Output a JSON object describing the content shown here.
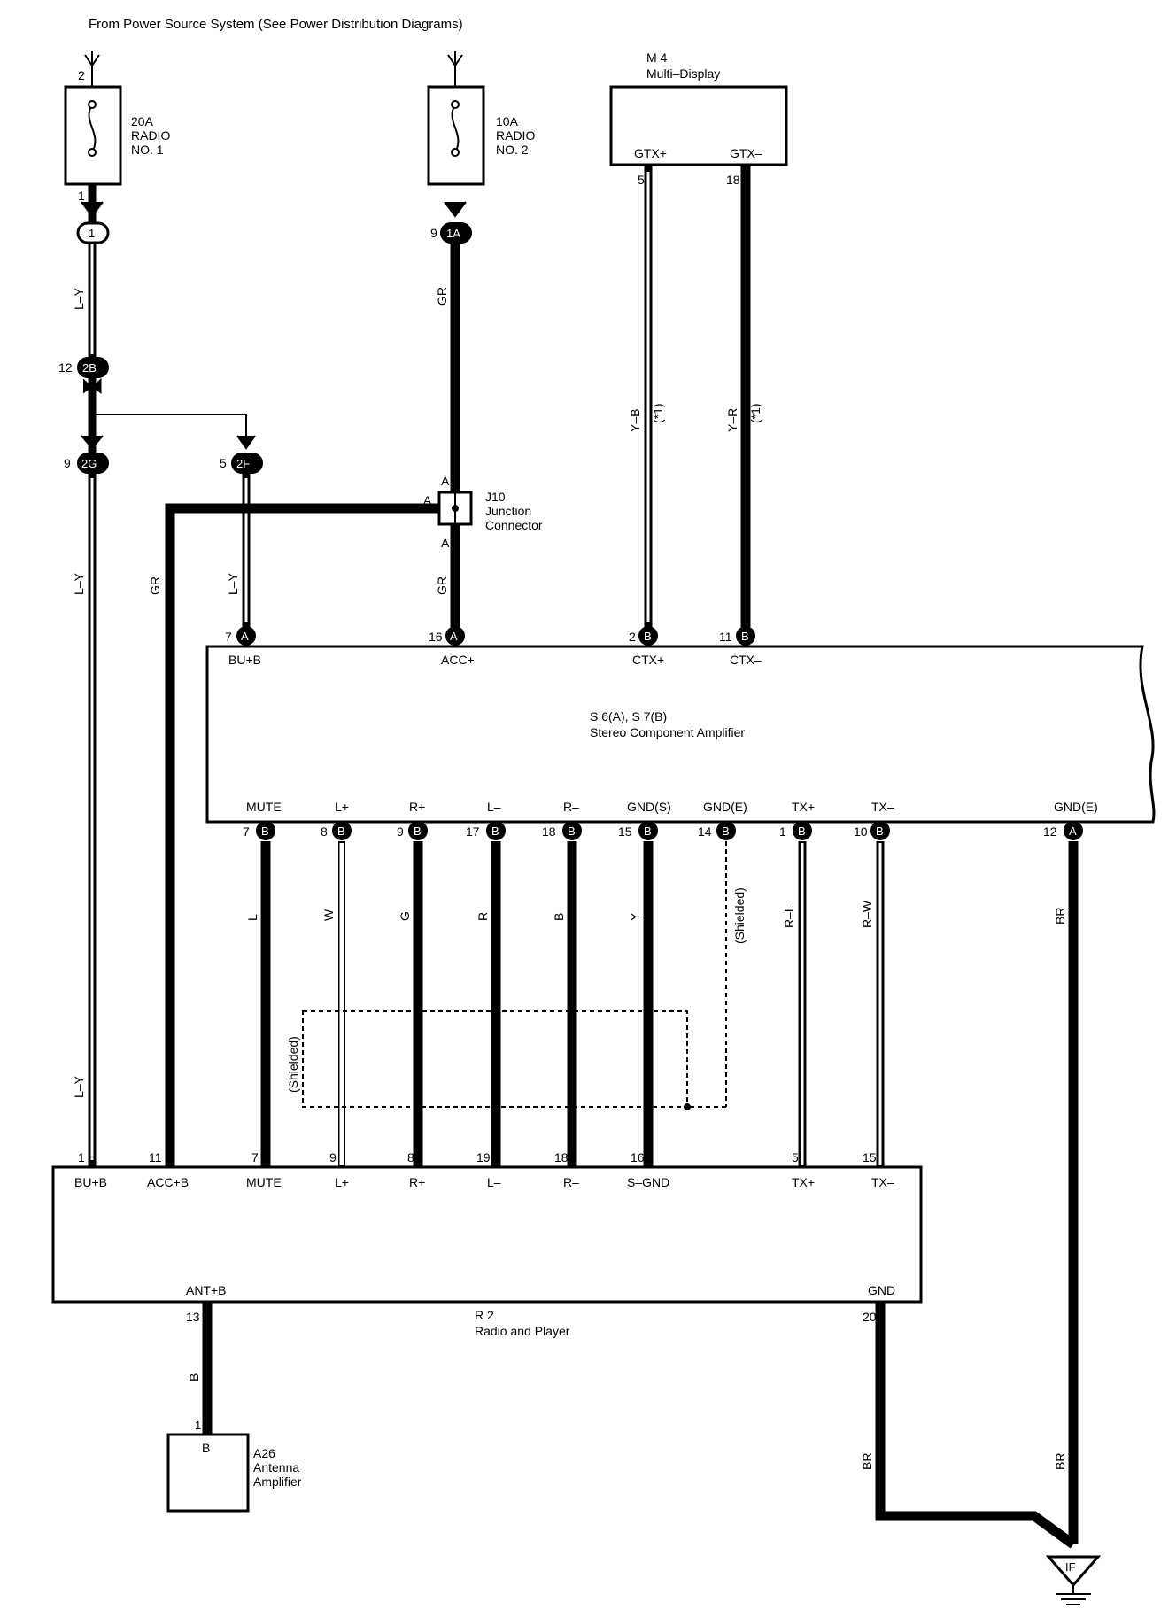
{
  "header": "From Power Source System  (See Power Distribution Diagrams)",
  "fuses": [
    {
      "label1": "20A",
      "label2": "RADIO",
      "label3": "NO. 1",
      "pin_top": "2",
      "pin_bottom": "1"
    },
    {
      "label1": "10A",
      "label2": "RADIO",
      "label3": "NO. 2"
    }
  ],
  "multi_display": {
    "id": "M 4",
    "name": "Multi–Display",
    "pin_a": "GTX+",
    "pin_b": "GTX–",
    "num_a": "5",
    "num_b": "18"
  },
  "connectors": {
    "c1": "1",
    "c1A": "1A",
    "c1A_num": "9",
    "c2B": "2B",
    "c2B_num": "12",
    "c2G": "2G",
    "c2G_num": "9",
    "c2F": "2F",
    "c2F_num": "5"
  },
  "junction": {
    "id": "J10",
    "name1": "Junction",
    "name2": "Connector",
    "a": "A"
  },
  "wire_colors": {
    "ly": "L–Y",
    "gr": "GR",
    "yb": "Y–B",
    "yr": "Y–R",
    "note": "(*1)",
    "l": "L",
    "w": "W",
    "g": "G",
    "r": "R",
    "b": "B",
    "y": "Y",
    "rl": "R–L",
    "rw": "R–W",
    "br": "BR",
    "shielded": "(Shielded)"
  },
  "amplifier": {
    "id": "S 6(A), S 7(B)",
    "name": "Stereo Component Amplifier",
    "top_pins": [
      {
        "num": "7",
        "conn": "A",
        "label": "BU+B"
      },
      {
        "num": "16",
        "conn": "A",
        "label": "ACC+"
      },
      {
        "num": "2",
        "conn": "B",
        "label": "CTX+"
      },
      {
        "num": "11",
        "conn": "B",
        "label": "CTX–"
      }
    ],
    "bottom_pins": [
      {
        "num": "7",
        "conn": "B",
        "label": "MUTE"
      },
      {
        "num": "8",
        "conn": "B",
        "label": "L+"
      },
      {
        "num": "9",
        "conn": "B",
        "label": "R+"
      },
      {
        "num": "17",
        "conn": "B",
        "label": "L–"
      },
      {
        "num": "18",
        "conn": "B",
        "label": "R–"
      },
      {
        "num": "15",
        "conn": "B",
        "label": "GND(S)"
      },
      {
        "num": "14",
        "conn": "B",
        "label": "GND(E)"
      },
      {
        "num": "1",
        "conn": "B",
        "label": "TX+"
      },
      {
        "num": "10",
        "conn": "B",
        "label": "TX–"
      },
      {
        "num": "12",
        "conn": "A",
        "label": "GND(E)"
      }
    ]
  },
  "radio": {
    "id": "R 2",
    "name": "Radio and Player",
    "top_pins": [
      {
        "num": "1",
        "label": "BU+B"
      },
      {
        "num": "11",
        "label": "ACC+B"
      },
      {
        "num": "7",
        "label": "MUTE"
      },
      {
        "num": "9",
        "label": "L+"
      },
      {
        "num": "8",
        "label": "R+"
      },
      {
        "num": "19",
        "label": "L–"
      },
      {
        "num": "18",
        "label": "R–"
      },
      {
        "num": "16",
        "label": "S–GND"
      },
      {
        "num": "5",
        "label": "TX+"
      },
      {
        "num": "15",
        "label": "TX–"
      }
    ],
    "ant_label": "ANT+B",
    "ant_num": "13",
    "gnd_label": "GND",
    "gnd_num": "20"
  },
  "antenna": {
    "id": "A26",
    "name1": "Antenna",
    "name2": "Amplifier",
    "pin": "B",
    "num": "1"
  },
  "ground": {
    "label": "IF"
  }
}
